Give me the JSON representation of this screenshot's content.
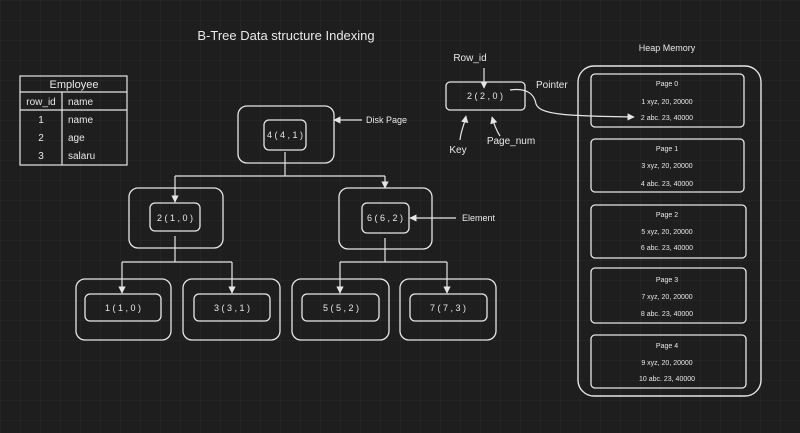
{
  "title": "B-Tree Data structure Indexing",
  "colors": {
    "background": "#1e1e1e",
    "stroke": "#e6e6e6",
    "grid": "#2a2a2a"
  },
  "employee_table": {
    "name": "Employee",
    "header": [
      "row_id",
      "name"
    ],
    "rows": [
      [
        "1",
        "name"
      ],
      [
        "2",
        "age"
      ],
      [
        "3",
        "salaru"
      ]
    ]
  },
  "btree": {
    "root": "4 ( 4 , 1 )",
    "level2": [
      "2 ( 1 , 0 )",
      "6 ( 6 , 2 )"
    ],
    "leaves": [
      "1 ( 1 , 0 )",
      "3 ( 3 , 1 )",
      "5 ( 5 , 2 )",
      "7 ( 7 , 3 )"
    ]
  },
  "labels": {
    "disk_page": "Disk Page",
    "element": "Element"
  },
  "legend": {
    "row_id": "Row_id",
    "pointer": "Pointer",
    "entry": "2 ( 2 , 0 )",
    "key": "Key",
    "page_num": "Page_num"
  },
  "heap": {
    "title": "Heap Memory",
    "pages": [
      {
        "name": "Page 0",
        "rows": [
          "1 xyz, 20, 20000",
          "2 abc. 23, 40000"
        ]
      },
      {
        "name": "Page 1",
        "rows": [
          "3 xyz, 20, 20000",
          "4 abc. 23, 40000"
        ]
      },
      {
        "name": "Page 2",
        "rows": [
          "5 xyz, 20, 20000",
          "6 abc. 23, 40000"
        ]
      },
      {
        "name": "Page 3",
        "rows": [
          "7 xyz, 20, 20000",
          "8 abc. 23, 40000"
        ]
      },
      {
        "name": "Page 4",
        "rows": [
          "9 xyz, 20, 20000",
          "10 abc. 23, 40000"
        ]
      }
    ]
  }
}
